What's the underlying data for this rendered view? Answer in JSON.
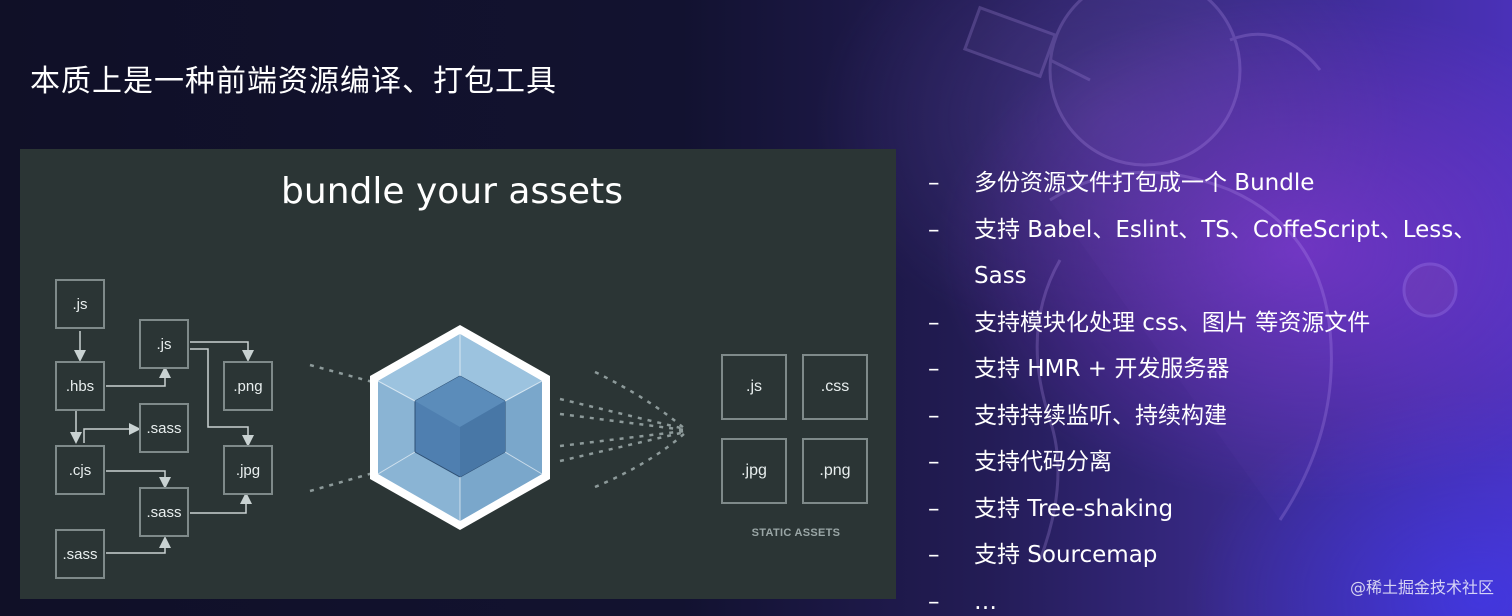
{
  "slide": {
    "title": "本质上是一种前端资源编译、打包工具"
  },
  "diagram": {
    "title": "bundle your assets",
    "source_files": [
      ".js",
      ".js",
      ".hbs",
      ".png",
      ".sass",
      ".cjs",
      ".jpg",
      ".sass",
      ".sass"
    ],
    "static_assets": [
      ".js",
      ".css",
      ".jpg",
      ".png"
    ],
    "static_label": "STATIC ASSETS"
  },
  "features": [
    {
      "dash": "–",
      "text": "多份资源文件打包成一个 Bundle"
    },
    {
      "dash": "–",
      "text": "支持 Babel、Eslint、TS、CoffeScript、Less、Sass"
    },
    {
      "dash": "–",
      "text": "支持模块化处理 css、图片 等资源文件"
    },
    {
      "dash": "–",
      "text": "支持 HMR + 开发服务器"
    },
    {
      "dash": "–",
      "text": "支持持续监听、持续构建"
    },
    {
      "dash": "–",
      "text": "支持代码分离"
    },
    {
      "dash": "–",
      "text": "支持 Tree-shaking"
    },
    {
      "dash": "–",
      "text": "支持 Sourcemap"
    },
    {
      "dash": "–",
      "text": "…"
    }
  ],
  "watermark": "@稀土掘金技术社区",
  "colors": {
    "panel_bg": "#2b3535",
    "cube_light": "#8ab4d4",
    "cube_dark": "#5b8cba",
    "accent_purple": "#4a31b8"
  }
}
